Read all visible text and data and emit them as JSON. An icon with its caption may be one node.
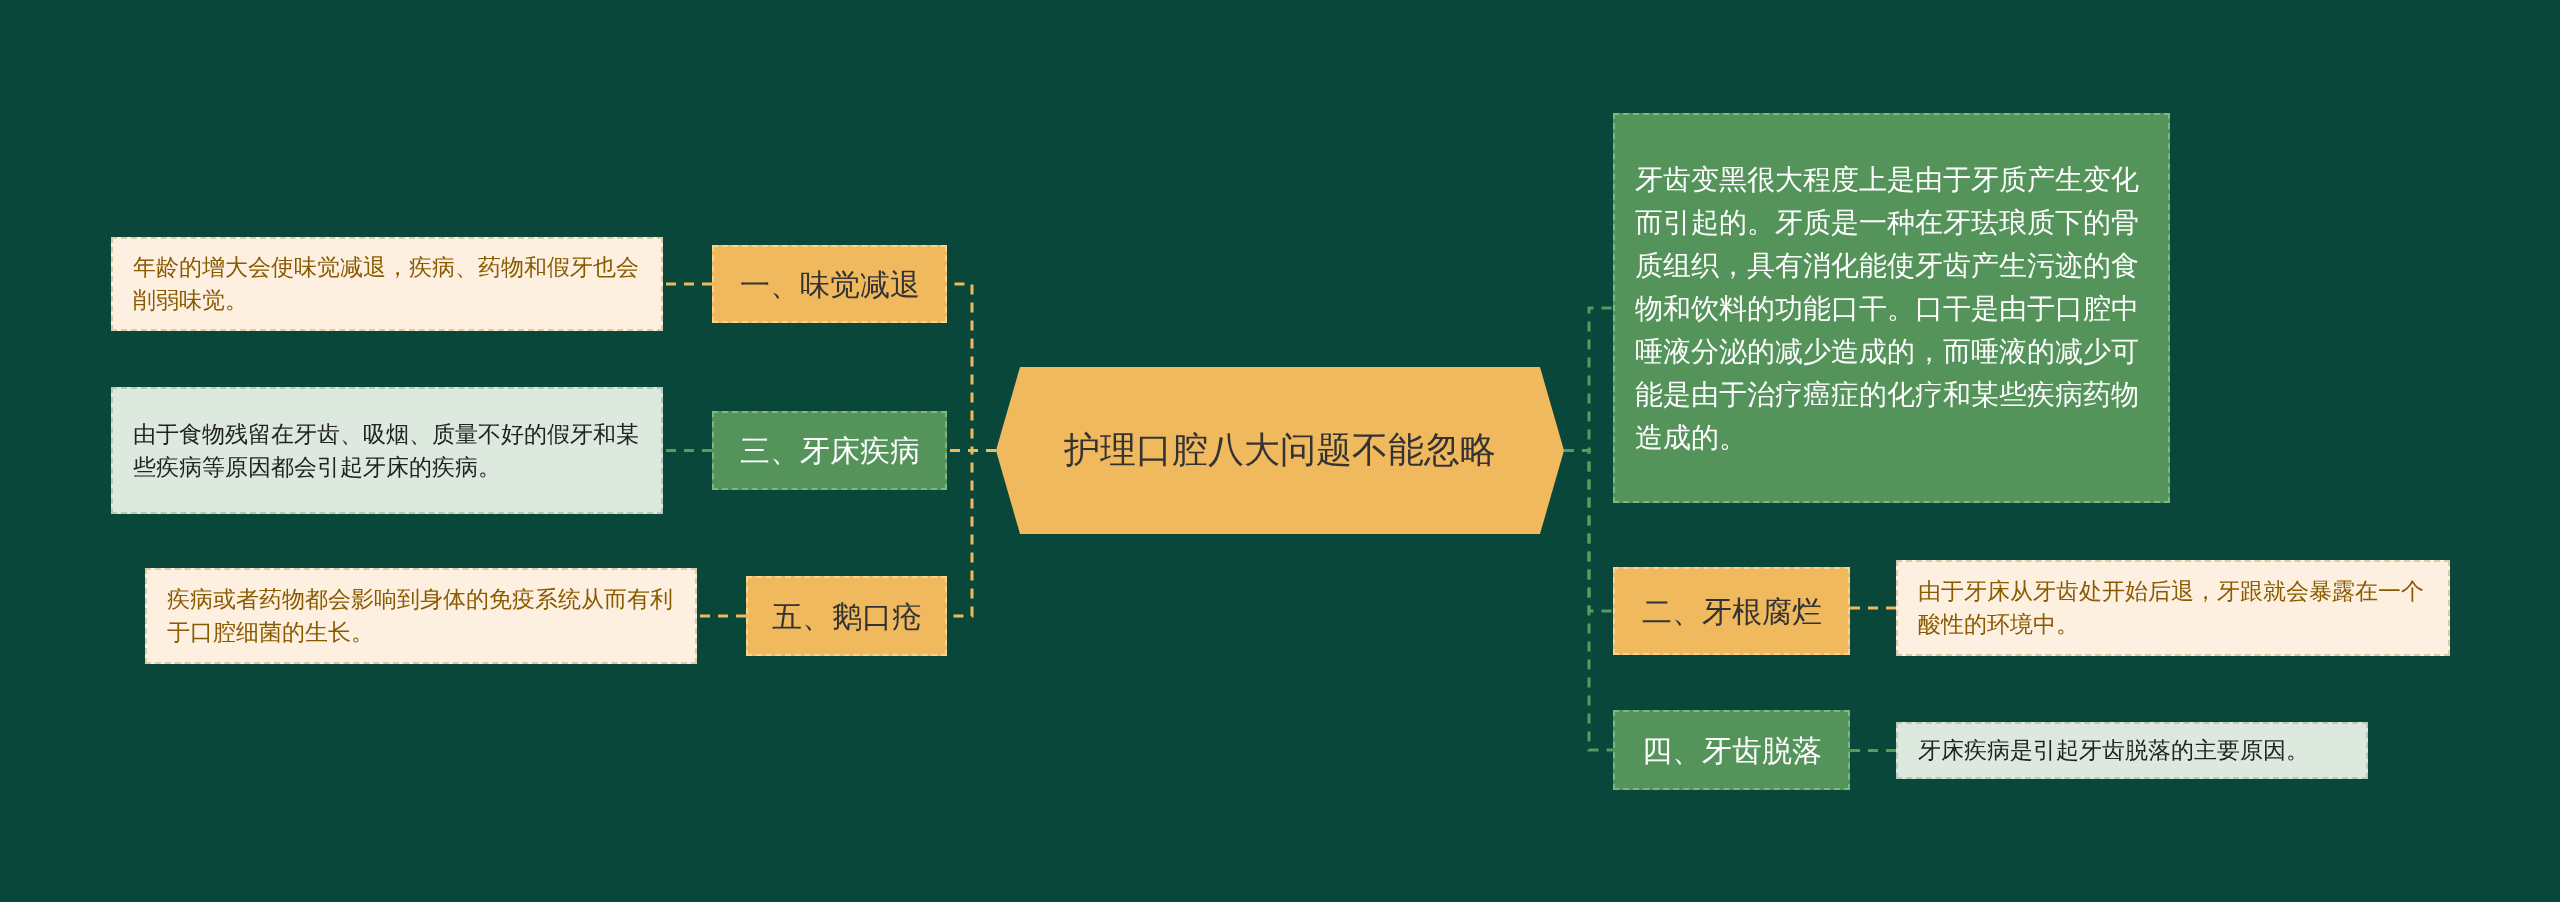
{
  "diagram": {
    "nodes": [
      {
        "text": [
          "护理口腔八大问题不能忽略"
        ]
      },
      {
        "text": [
          "一、味觉减退"
        ]
      },
      {
        "text": [
          "年龄的增大会使味觉减退，疾病、药物和假牙也会削弱味觉。"
        ]
      },
      {
        "text": [
          "三、牙床疾病"
        ]
      },
      {
        "text": [
          "由于食物残留在牙齿、吸烟、质量不好的假牙和某些疾病等原因都会引起牙床的疾病。"
        ]
      },
      {
        "text": [
          "五、鹅口疮"
        ]
      },
      {
        "text": [
          "疾病或者药物都会影响到身体的免疫系统从而有利于口腔细菌的生长。"
        ]
      },
      {
        "text": [
          "牙齿变黑很大程度上是由于牙质产生变化而引起的。牙质是一种在牙珐琅质下的骨质组织，具有消化能使牙齿产生污迹的食物和饮料的功能口干。口干是由于口腔中唾液分泌的减少造成的，而唾液的减少可能是由于治疗癌症的化疗和某些疾病药物造成的。"
        ]
      },
      {
        "text": [
          "二、牙根腐烂"
        ]
      },
      {
        "text": [
          "由于牙床从牙齿处开始后退，牙跟就会暴露在一个酸性的环境中。"
        ]
      },
      {
        "text": [
          "四、牙齿脱落"
        ]
      },
      {
        "text": [
          "牙床疾病是引起牙齿脱落的主要原因。"
        ]
      }
    ],
    "edges": [
      {
        "from": 0,
        "to": 1,
        "arrow": "none",
        "style": "dashed",
        "color": "#f0b95e"
      },
      {
        "from": 0,
        "to": 3,
        "arrow": "none",
        "style": "dashed",
        "color": "#f0b95e"
      },
      {
        "from": 0,
        "to": 5,
        "arrow": "none",
        "style": "dashed",
        "color": "#f0b95e"
      },
      {
        "from": 1,
        "to": 2,
        "arrow": "none",
        "style": "dashed",
        "color": "#f0b95e"
      },
      {
        "from": 3,
        "to": 4,
        "arrow": "none",
        "style": "dashed",
        "color": "#5a9a5e"
      },
      {
        "from": 5,
        "to": 6,
        "arrow": "none",
        "style": "dashed",
        "color": "#f0b95e"
      },
      {
        "from": 0,
        "to": 7,
        "arrow": "none",
        "style": "dashed",
        "color": "#5a9a5e"
      },
      {
        "from": 0,
        "to": 8,
        "arrow": "none",
        "style": "dashed",
        "color": "#5a9a5e"
      },
      {
        "from": 0,
        "to": 10,
        "arrow": "none",
        "style": "dashed",
        "color": "#5a9a5e"
      },
      {
        "from": 8,
        "to": 9,
        "arrow": "none",
        "style": "dashed",
        "color": "#f0b95e"
      },
      {
        "from": 10,
        "to": 11,
        "arrow": "none",
        "style": "dashed",
        "color": "#5a9a5e"
      }
    ]
  }
}
